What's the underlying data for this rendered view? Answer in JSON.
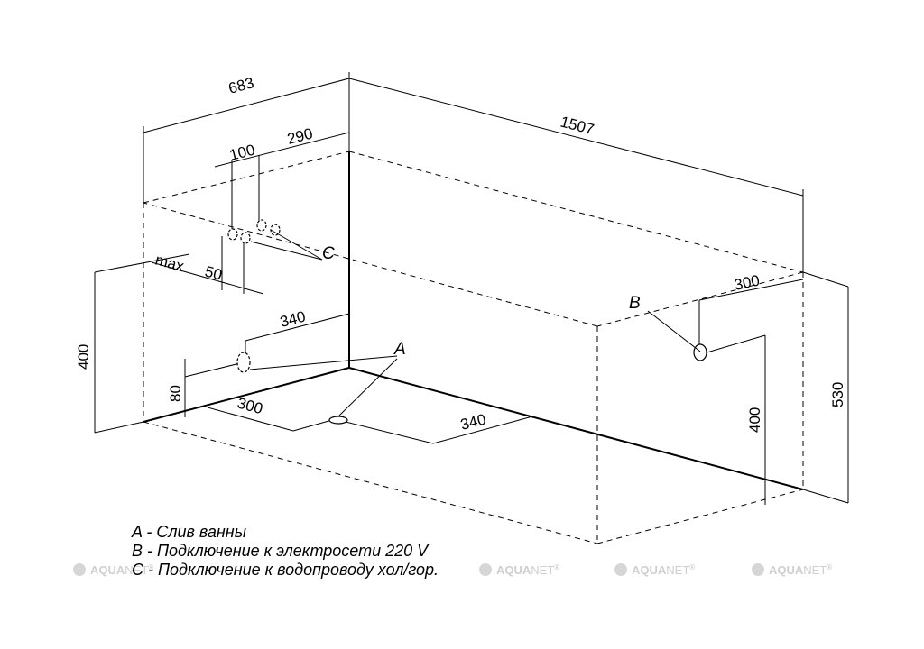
{
  "dimensions": {
    "width_top": "683",
    "length_top": "1507",
    "offset_290": "290",
    "spacing_100": "100",
    "max_label": "max",
    "max_value": "50",
    "offset_340_upper": "340",
    "height_400_left": "400",
    "height_80": "80",
    "offset_300_bottom": "300",
    "offset_340_bottom": "340",
    "offset_300_right": "300",
    "height_400_right": "400",
    "height_530": "530"
  },
  "labels": {
    "a": "A",
    "b": "B",
    "c": "C"
  },
  "legend": [
    "A - Слив ванны",
    "B - Подключение к электросети 220 V",
    "C - Подключение к водопроводу хол/гор."
  ],
  "watermark": {
    "brand_bold": "AQUA",
    "brand_thin": "NET",
    "mark": "®"
  },
  "colors": {
    "line": "#000000",
    "watermark": "#cfcfcf"
  }
}
